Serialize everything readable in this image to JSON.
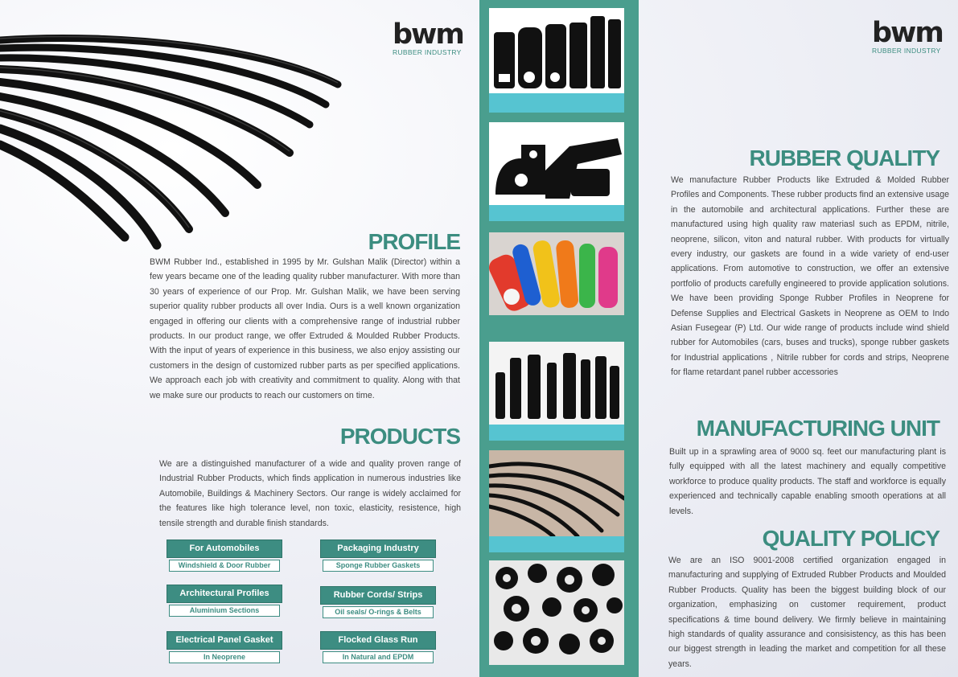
{
  "brand": {
    "logo_text": "bwm",
    "subtitle": "RUBBER INDUSTRY"
  },
  "profile": {
    "heading": "PROFILE",
    "text": "BWM Rubber Ind., established in 1995 by Mr. Gulshan Malik (Director)  within a few years became one of the leading quality rubber manufacturer.  With more than 30 years of experience of our Prop. Mr. Gulshan Malik, we have been serving superior quality rubber products all over India. Ours is a well known organization engaged in  offering our clients with a comprehensive range of industrial rubber products. In our product range, we offer Extruded & Moulded Rubber Products. With the input of years of experience in this business, we also enjoy assisting our customers in the design of customized rubber parts as per specified applications. We approach each job with creativity and commitment to quality. Along with that we make sure our products to reach our customers on time."
  },
  "products": {
    "heading": "PRODUCTS",
    "text": "We are a distinguished manufacturer  of a wide and quality proven range of Industrial Rubber Products, which finds application in numerous industries like Automobile, Buildings & Machinery Sectors. Our range is widely acclaimed for the features like high tolerance level, non toxic, elasticity, resistence, high tensile strength and durable finish standards.",
    "boxes": [
      {
        "title": "For Automobiles",
        "sub": "Windshield & Door Rubber"
      },
      {
        "title": "Packaging Industry",
        "sub": "Sponge Rubber Gaskets"
      },
      {
        "title": "Architectural  Profiles",
        "sub": "Aluminium Sections"
      },
      {
        "title": "Rubber Cords/ Strips",
        "sub": "Oil seals/ O-rings & Belts"
      },
      {
        "title": "Electrical Panel Gasket",
        "sub": "In Neoprene"
      },
      {
        "title": "Flocked Glass Run Channel",
        "sub": "In Natural and EPDM"
      }
    ]
  },
  "rubber_quality": {
    "heading": "RUBBER QUALITY",
    "text": "We manufacture Rubber Products like Extruded & Molded Rubber Profiles and Components. These rubber products find an extensive usage in the automobile and architectural applications. Further these are manufactured using high quality raw materiasl such as EPDM, nitrile, neoprene, silicon, viton and natural rubber. With products for virtually every industry, our gaskets are found in a wide variety of end-user applications. From automotive to construction, we offer an extensive portfolio of products carefully engineered to provide application solutions. We have been providing Sponge Rubber Profiles in Neoprene for Defense Supplies and Electrical Gaskets in Neoprene as OEM to Indo Asian Fusegear (P) Ltd. Our wide range of products include wind shield rubber for Automobiles (cars, buses and trucks), sponge rubber gaskets for Industrial applications , Nitrile rubber for cords and strips, Neoprene for flame retardant panel rubber accessories"
  },
  "manufacturing": {
    "heading": "MANUFACTURING UNIT",
    "text": "Built up in a sprawling area of 9000 sq. feet our manufacturing plant is fully  equipped with all the latest machinery and equally competitive workforce to produce quality products. The staff and workforce is equally experienced and technically capable enabling  smooth operations at all levels."
  },
  "quality_policy": {
    "heading": "QUALITY POLICY",
    "text": "We are an ISO 9001-2008 certified organization engaged in manufacturing and supplying of Extruded Rubber Products and Moulded Rubber Products. Quality has been the biggest building block of our organization, emphasizing on customer requirement, product specifications & time bound delivery. We  firmly believe in maintaining  high standards of quality assurance and consisistency, as this has been our biggest strength in leading the market and competition for all these years."
  },
  "colors": {
    "accent": "#3c8d80",
    "strip": "#4a9e8e",
    "band": "#56c4d1"
  }
}
